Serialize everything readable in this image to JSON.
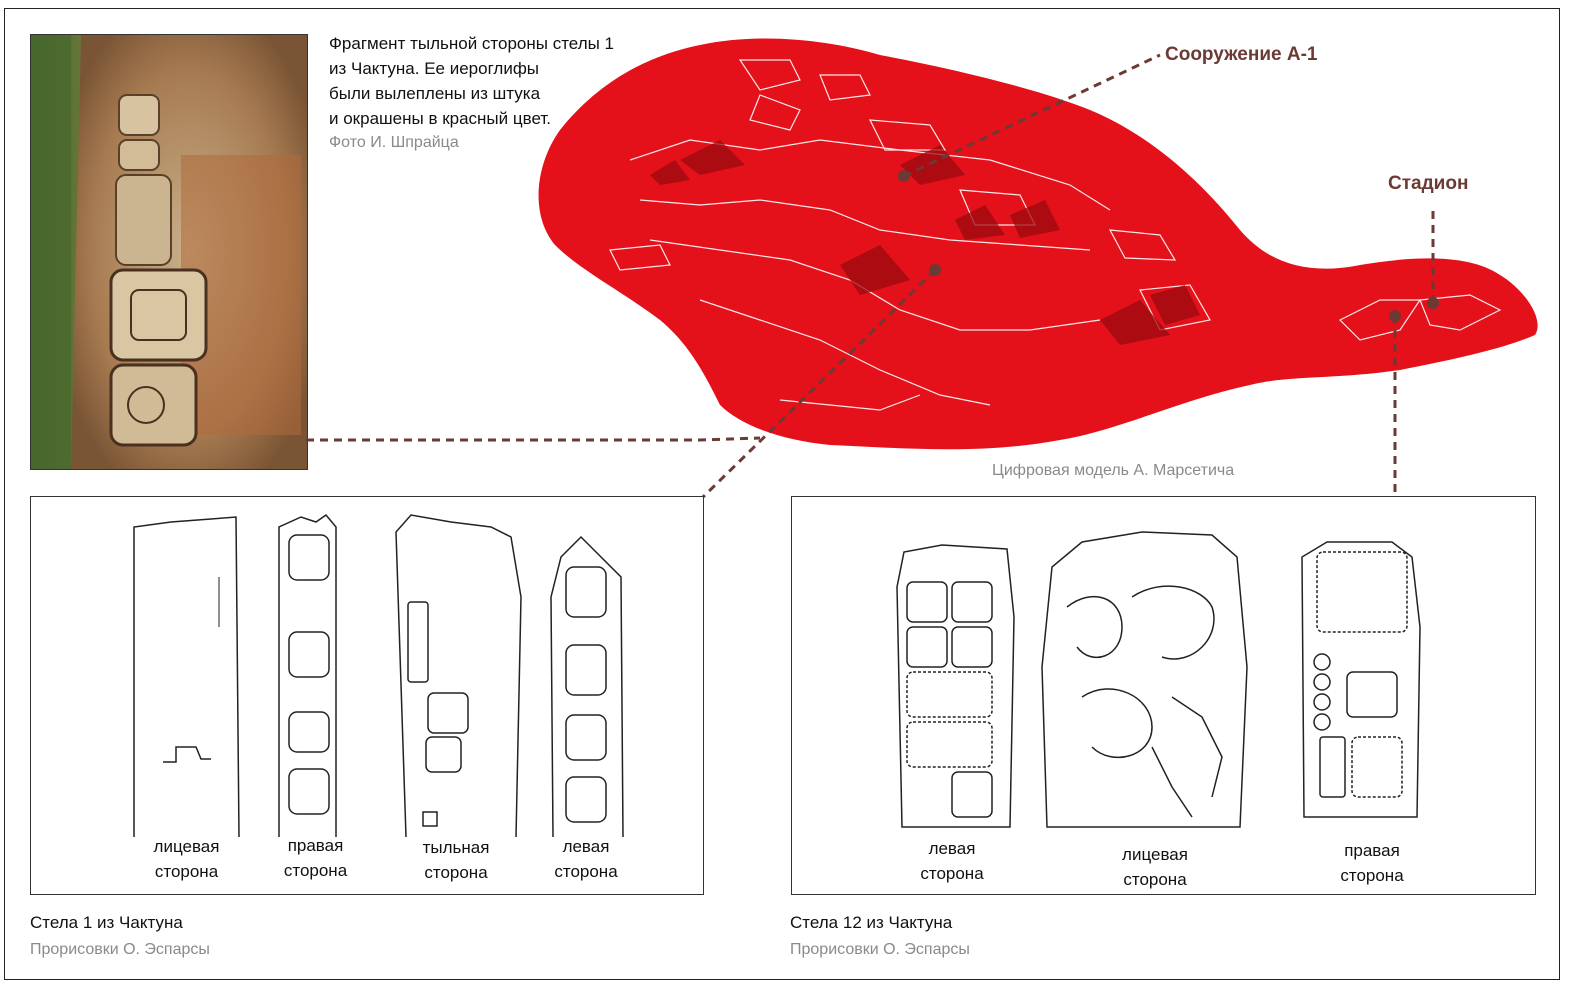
{
  "photo_caption": {
    "lines": [
      "Фрагмент тыльной стороны стелы 1",
      "из Чактуна. Ее иероглифы",
      "были вылеплены из штука",
      "и окрашены в красный цвет."
    ],
    "credit": "Фото И. Шпрайца"
  },
  "map": {
    "label_structure": "Сооружение А-1",
    "label_stadium": "Стадион",
    "credit": "Цифровая модель А. Марсетича",
    "fill_color": "#e4101a",
    "leader_color": "#6b3a34"
  },
  "stela1": {
    "title": "Стела 1 из Чактуна",
    "credit": "Прорисовки О. Эспарсы",
    "sides": [
      {
        "line1": "лицевая",
        "line2": "сторона"
      },
      {
        "line1": "правая",
        "line2": "сторона"
      },
      {
        "line1": "тыльная",
        "line2": "сторона"
      },
      {
        "line1": "левая",
        "line2": "сторона"
      }
    ]
  },
  "stela12": {
    "title": "Стела 12 из Чактуна",
    "credit": "Прорисовки О. Эспарсы",
    "sides": [
      {
        "line1": "левая",
        "line2": "сторона"
      },
      {
        "line1": "лицевая",
        "line2": "сторона"
      },
      {
        "line1": "правая",
        "line2": "сторона"
      }
    ]
  }
}
